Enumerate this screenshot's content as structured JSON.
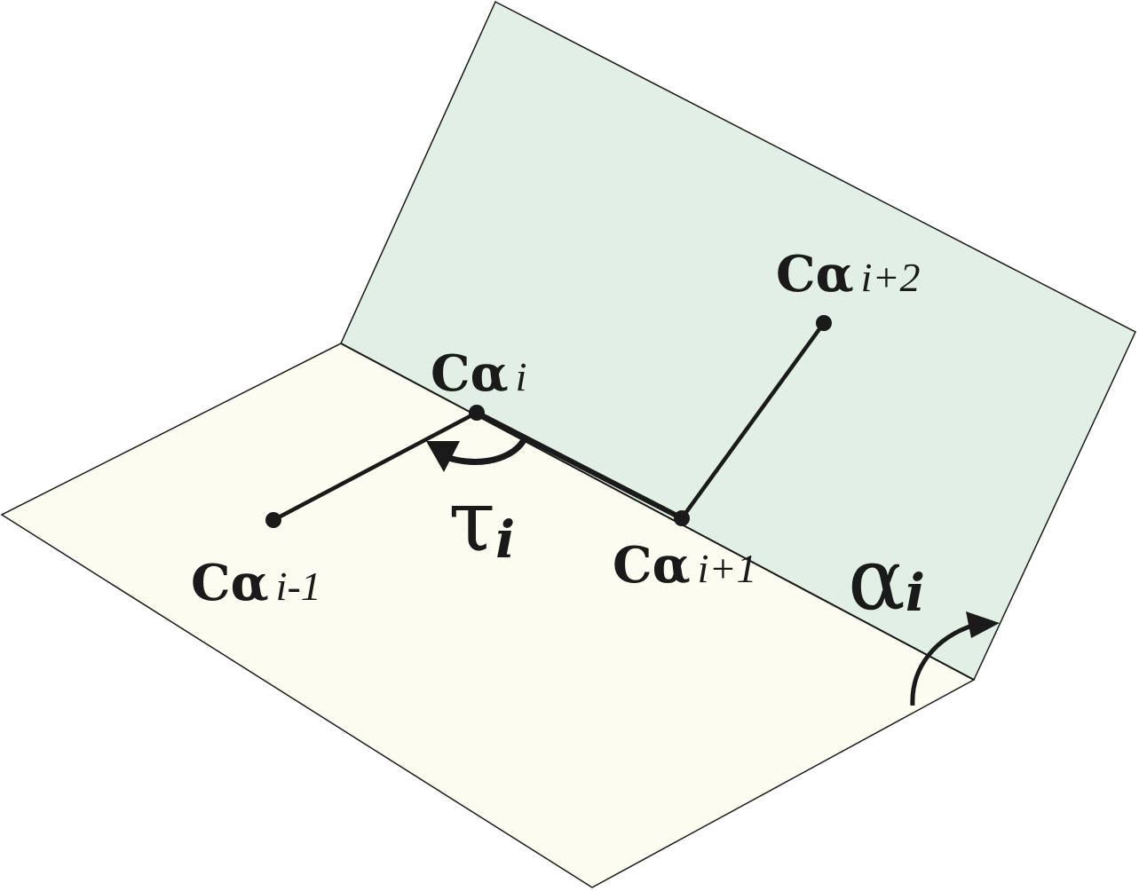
{
  "colors": {
    "back_plane_fill": "#e1efe4",
    "front_plane_fill": "#fcfcf0",
    "line": "#1a1a1a"
  },
  "labels": {
    "ca_i": {
      "main": "Cα",
      "sub": "i"
    },
    "ca_i_minus_1": {
      "main": "Cα",
      "sub": "i-1"
    },
    "ca_i_plus_1": {
      "main": "Cα",
      "sub": "i+1"
    },
    "ca_i_plus_2": {
      "main": "Cα",
      "sub": "i+2"
    },
    "tau": {
      "main": "τ",
      "sub": "i"
    },
    "alpha": {
      "main": "α",
      "sub": "i"
    }
  }
}
